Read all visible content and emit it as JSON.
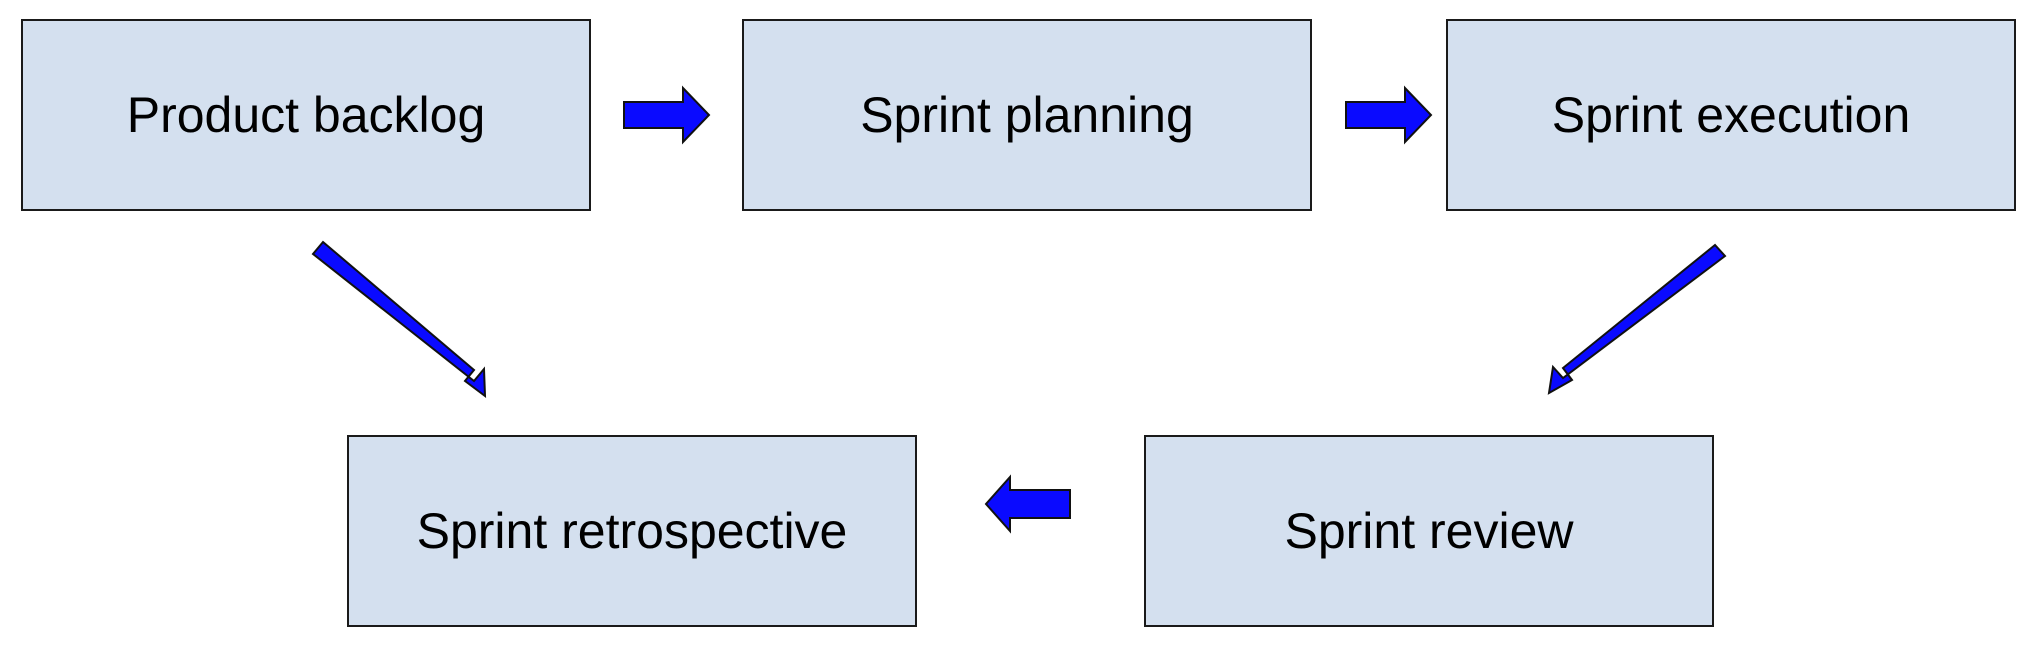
{
  "diagram": {
    "nodes": [
      {
        "id": "backlog",
        "label": "Product backlog"
      },
      {
        "id": "planning",
        "label": "Sprint planning"
      },
      {
        "id": "execution",
        "label": "Sprint execution"
      },
      {
        "id": "retro",
        "label": "Sprint retrospective"
      },
      {
        "id": "review",
        "label": "Sprint review"
      }
    ],
    "edges": [
      {
        "from": "backlog",
        "to": "planning"
      },
      {
        "from": "planning",
        "to": "execution"
      },
      {
        "from": "execution",
        "to": "review"
      },
      {
        "from": "review",
        "to": "retro"
      },
      {
        "from": "backlog",
        "to": "retro"
      }
    ]
  },
  "colors": {
    "box_fill": "#d4e0ef",
    "box_border": "#1a1a1a",
    "arrow_fill": "#0a0aff",
    "arrow_outline": "#111111",
    "text": "#000000"
  }
}
